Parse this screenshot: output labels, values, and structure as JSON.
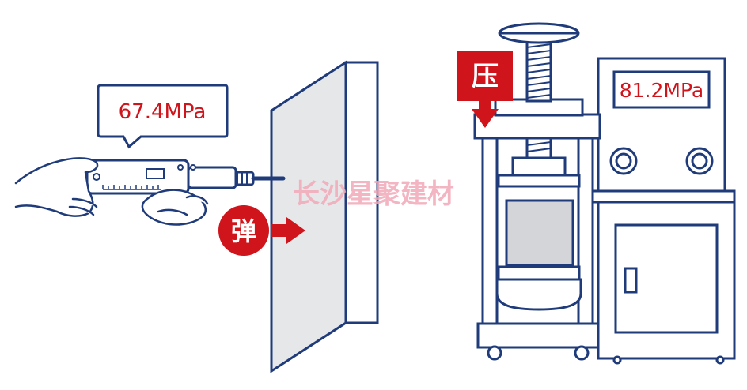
{
  "left_device": {
    "readout": "67.4MPa",
    "badge": "弹"
  },
  "right_device": {
    "readout": "81.2MPa",
    "badge": "压"
  },
  "watermark": "长沙星聚建材",
  "colors": {
    "line": "#1f3b7a",
    "accent_red": "#d0141c",
    "wall_face": "#e6e7e9",
    "specimen": "#d4d5d8",
    "watermark": "#f2a9b8"
  }
}
